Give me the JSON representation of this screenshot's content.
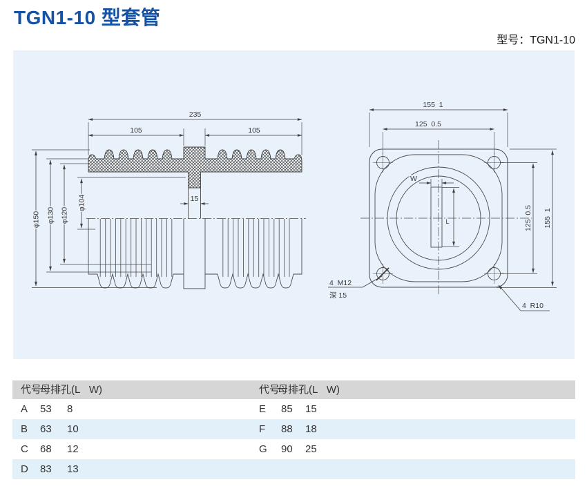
{
  "page": {
    "title": "TGN1-10 型套管",
    "model_label": "型号：TGN1-10"
  },
  "colors": {
    "title_blue": "#1652a3",
    "panel_bg": "#e9f1fa",
    "table_header_gray": "#d6d6d6",
    "table_alt_blue": "#e2f0fa",
    "line_color": "#3f3f3f"
  },
  "side_view": {
    "dim_total_length": "235",
    "dim_left_shed": "105",
    "dim_right_shed": "105",
    "dim_stem_width": "15",
    "dim_dia_150": "φ150",
    "dim_dia_130": "φ130",
    "dim_dia_120": "φ120",
    "dim_dia_104": "φ104"
  },
  "front_view": {
    "dim_outer_width": "155  1",
    "dim_hole_span_width": "125  0.5",
    "dim_hole_span_height": "125  0.5",
    "dim_outer_height": "155  1",
    "slot_width_label": "W",
    "slot_length_label": "L",
    "thread_note_line1": "4  M12",
    "thread_note_line2": "深 15",
    "corner_radius_note": "4  R10"
  },
  "table": {
    "header": {
      "code": "代号",
      "hole": "母排孔(L   W)",
      "code2": "代号",
      "hole2": "母排孔(L   W)"
    },
    "rows": [
      {
        "c": "A",
        "l": "53",
        "w": "8",
        "c2": "E",
        "l2": "85",
        "w2": "15"
      },
      {
        "c": "B",
        "l": "63",
        "w": "10",
        "c2": "F",
        "l2": "88",
        "w2": "18"
      },
      {
        "c": "C",
        "l": "68",
        "w": "12",
        "c2": "G",
        "l2": "90",
        "w2": "25"
      },
      {
        "c": "D",
        "l": "83",
        "w": "13"
      }
    ]
  }
}
